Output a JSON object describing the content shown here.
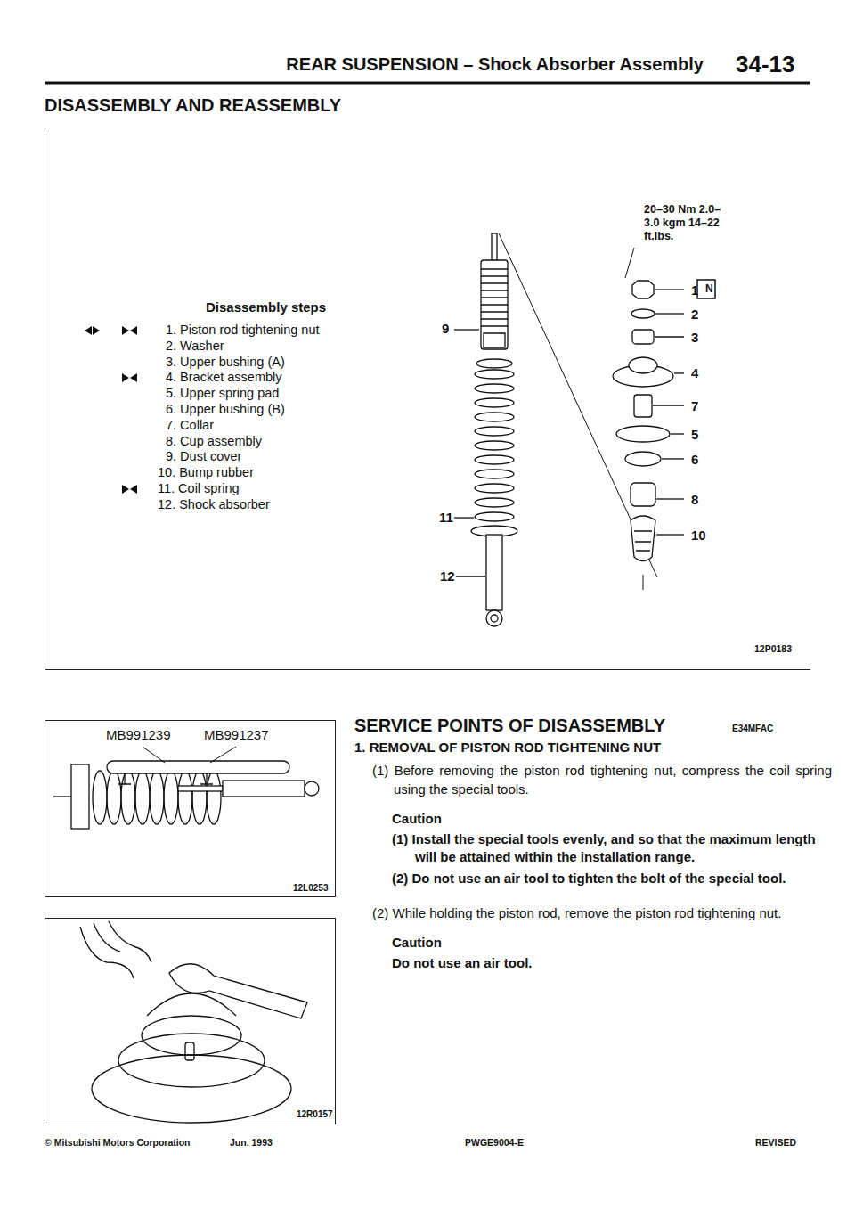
{
  "diagram": {
    "title": "REAR SUSPENSION – Shock Absorber Assembly",
    "nodes": [
      {
        "text": [
          "Disassembly steps",
          "1. Piston rod tightening nut",
          "2. Washer",
          "3. Upper bushing (A)",
          "4. Bracket assembly",
          "5. Upper spring pad",
          "6. Upper bushing (B)",
          "7. Collar",
          "8. Cup assembly",
          "9. Dust cover",
          "10. Bump rubber",
          "11. Coil spring",
          "12. Shock absorber",
          "20–30 Nm 2.0–3.0 kgm 14–22 ft.lbs.",
          "9",
          "11",
          "12",
          "1",
          "N",
          "2",
          "3",
          "4",
          "7",
          "5",
          "6",
          "8",
          "10",
          "12P0183"
        ]
      },
      {
        "text": [
          "MB991239",
          "MB991237",
          "12L0253"
        ]
      },
      {
        "text": [
          "12R0157"
        ]
      }
    ],
    "labels": [
      "34-13",
      "DISASSEMBLY AND REASSEMBLY",
      "SERVICE POINTS OF DISASSEMBLY",
      "E34MFAC",
      "1. REMOVAL OF PISTON ROD TIGHTENING NUT",
      "(1) Before removing the piston rod tightening nut, compress the coil spring using the special tools.",
      "Caution",
      "(1) Install the special tools evenly, and so that the maximum length will be attained within the installation range.",
      "(2) Do not use an air tool to tighten the bolt of the special tool.",
      "(2) While holding the piston rod, remove the piston rod tightening nut.",
      "Caution",
      "Do not use an air tool.",
      "© Mitsubishi Motors Corporation",
      "Jun. 1993",
      "PWGE9004-E",
      "REVISED"
    ]
  }
}
